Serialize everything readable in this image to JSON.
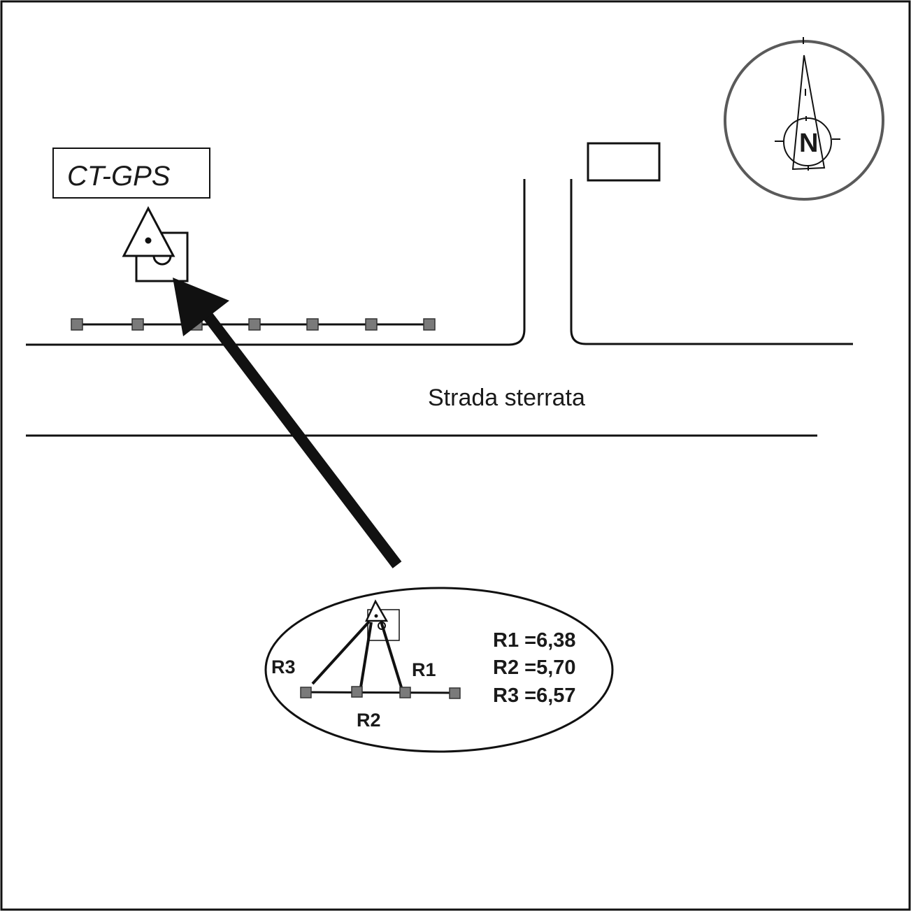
{
  "station_label": "CT-GPS",
  "road_label": "Strada sterrata",
  "compass_letter": "N",
  "inset": {
    "labels": {
      "r1": "R1",
      "r2": "R2",
      "r3": "R3"
    },
    "values": [
      "R1 =6,38",
      "R2 =5,70",
      "R3 =6,57"
    ]
  },
  "colors": {
    "line": "#111111",
    "marker": "#7a7a7a",
    "compass_ring": "#5a5a5a"
  }
}
